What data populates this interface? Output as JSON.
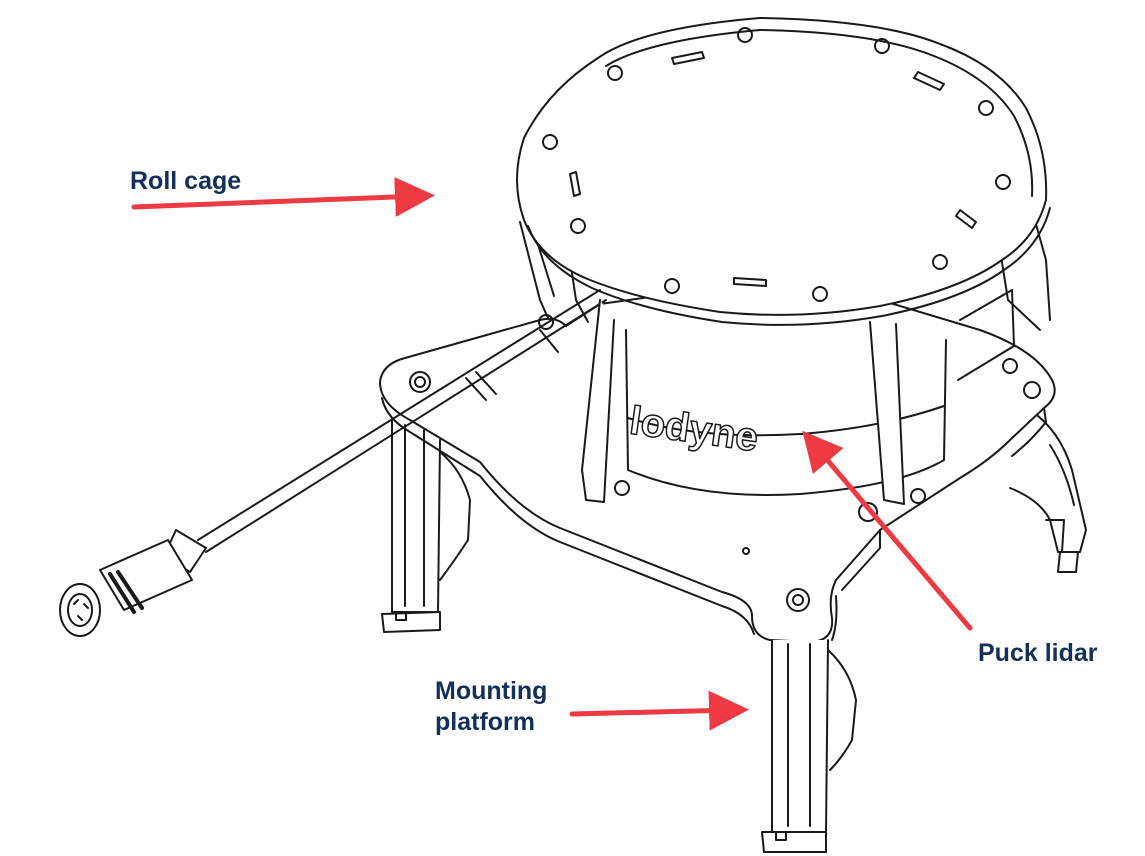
{
  "labels": {
    "roll_cage": "Roll cage",
    "puck_lidar": "Puck lidar",
    "mounting_line1": "Mounting",
    "mounting_line2": "platform"
  },
  "product_text": "lodyne",
  "colors": {
    "label_text": "#12305a",
    "arrow": "#ee3b43",
    "line_art": "#1a1a1a",
    "background": "#ffffff"
  }
}
